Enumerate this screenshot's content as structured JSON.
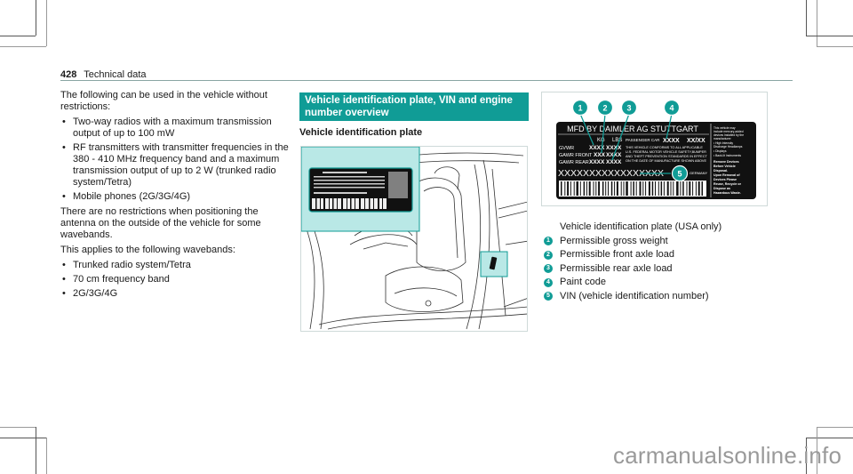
{
  "header": {
    "page_number": "428",
    "section": "Technical data"
  },
  "column1": {
    "intro": "The following can be used in the vehicle without restrictions:",
    "allowed_items": [
      "Two-way radios with a maximum transmission output of up to 100 mW",
      "RF transmitters with transmitter frequencies in the 380 - 410 MHz frequency band and a maximum transmission output of up to 2 W (trunked radio system/Tetra)",
      "Mobile phones (2G/3G/4G)"
    ],
    "antenna_note": "There are no restrictions when positioning the antenna on the outside of the vehicle for some wavebands.",
    "wavebands_intro": "This applies to the following wavebands:",
    "wavebands": [
      "Trunked radio system/Tetra",
      "70 cm frequency band",
      "2G/3G/4G"
    ]
  },
  "column2": {
    "section_heading": "Vehicle identification plate, VIN and engine number overview",
    "sub_heading": "Vehicle identification plate",
    "figure_alt": "Vehicle door pillar with identification plate location highlighted"
  },
  "plate": {
    "maker": "MFD BY DAIMLER AG STUTTGART",
    "unit_kg": "KG",
    "unit_lbs": "LBS",
    "passenger_car": "PASSENGER CAR",
    "paint_code": "XXXX",
    "date": "XX/XX",
    "rows": [
      {
        "label": "GVWR",
        "kg": "XXXX",
        "lbs": "XXXX"
      },
      {
        "label": "GAWR FRONT",
        "kg": "XXX",
        "lbs": "XXXX"
      },
      {
        "label": "GAWR REAR",
        "kg": "XXXX",
        "lbs": "XXXX"
      }
    ],
    "conformity": [
      "THIS VEHICLE CONFORMS TO ALL APPLICABLE",
      "U.S. FEDERAL MOTOR VEHICLE SAFETY,BUMPER",
      "AND THEFT PREVENTION STANDARDS IN EFFECT",
      "ON THE DATE OF MANUFACTURE SHOWN ABOVE"
    ],
    "vin": "XXXXXXXXXXXXXXXXX",
    "country": "GERMANY",
    "side_note": [
      "This vehicle may",
      "include mercury-added",
      "devices installed by the",
      "manufacturer:",
      "• High Intensity",
      "  Discharge Headlamps",
      "• Displays",
      "• Back-lit Instruments"
    ],
    "side_warning": [
      "Remove Devices",
      "Before Vehicle",
      "Disposal.",
      "Upon Removal of",
      "Devices Please",
      "Reuse, Recycle or",
      "Dispose as",
      "Hazardous Waste."
    ],
    "callouts": [
      "1",
      "2",
      "3",
      "4",
      "5"
    ]
  },
  "legend": {
    "caption": "Vehicle identification plate (USA only)",
    "items": [
      {
        "num": "1",
        "label": "Permissible gross weight"
      },
      {
        "num": "2",
        "label": "Permissible front axle load"
      },
      {
        "num": "3",
        "label": "Permissible rear axle load"
      },
      {
        "num": "4",
        "label": "Paint code"
      },
      {
        "num": "5",
        "label": "VIN (vehicle identification number)"
      }
    ]
  },
  "watermark": "carmanualsonline.info",
  "colors": {
    "accent": "#109c96",
    "highlight": "#b9e8e6",
    "rule": "#8aa6a3"
  }
}
